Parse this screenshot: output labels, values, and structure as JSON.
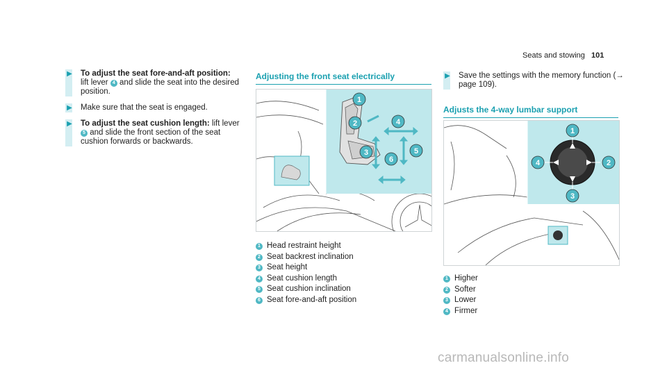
{
  "header": {
    "section": "Seats and stowing",
    "page": "101"
  },
  "left_steps": [
    {
      "bold": "To adjust the seat fore-and-aft position:",
      "text_a": "lift lever",
      "num": "4",
      "text_b": "and slide the seat into the desired position."
    },
    {
      "bold": "",
      "text_a": "Make sure that the seat is engaged.",
      "num": "",
      "text_b": ""
    },
    {
      "bold": "To adjust the seat cushion length:",
      "text_a": "lift lever",
      "num": "5",
      "text_b": "and slide the front section of the seat cushion forwards or backwards."
    }
  ],
  "electric": {
    "title": "Adjusting the front seat electrically",
    "items": [
      {
        "n": "1",
        "label": "Head restraint height"
      },
      {
        "n": "2",
        "label": "Seat backrest inclination"
      },
      {
        "n": "3",
        "label": "Seat height"
      },
      {
        "n": "4",
        "label": "Seat cushion length"
      },
      {
        "n": "5",
        "label": "Seat cushion inclination"
      },
      {
        "n": "6",
        "label": "Seat fore-and-aft position"
      }
    ],
    "callouts": [
      "1",
      "2",
      "3",
      "4",
      "5",
      "6"
    ]
  },
  "memory_step": {
    "text": "Save the settings with the memory function (→ page 109)."
  },
  "lumbar": {
    "title": "Adjusts the 4-way lumbar support",
    "items": [
      {
        "n": "1",
        "label": "Higher"
      },
      {
        "n": "2",
        "label": "Softer"
      },
      {
        "n": "3",
        "label": "Lower"
      },
      {
        "n": "4",
        "label": "Firmer"
      }
    ],
    "callouts": [
      "1",
      "2",
      "3",
      "4"
    ]
  },
  "watermark": "carmanualsonline.info",
  "colors": {
    "accent": "#1aa0b0",
    "panel": "#bfe8ec",
    "badge": "#4fb8c4",
    "bar": "#d3eef2"
  }
}
